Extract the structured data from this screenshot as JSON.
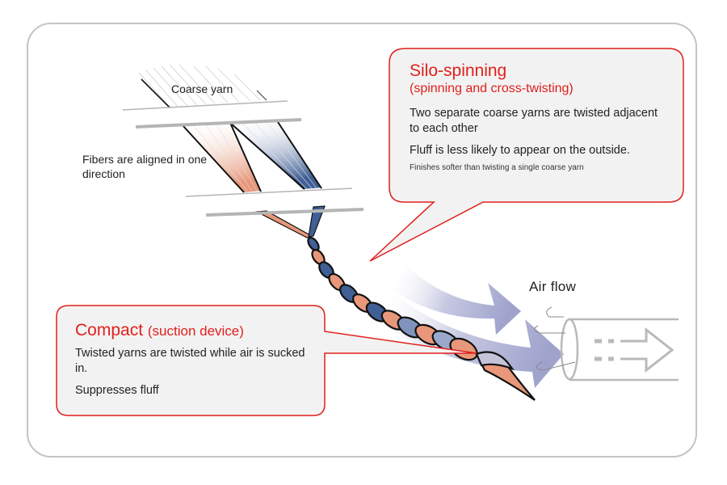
{
  "labels": {
    "coarse_yarn": "Coarse yarn",
    "fibers_aligned": "Fibers are aligned in one direction",
    "air_flow": "Air flow"
  },
  "silo_callout": {
    "title": "Silo-spinning",
    "subtitle": "(spinning and cross-twisting)",
    "paragraphs": [
      "Two separate coarse yarns are twisted adjacent to each other",
      "Fluff is less likely to appear on the outside.",
      "Finishes softer than twisting a single coarse yarn"
    ]
  },
  "compact_callout": {
    "title": "Compact",
    "title_suffix": "(suction device)",
    "paragraphs": [
      "Twisted yarns are twisted while air is sucked in.",
      "Suppresses fluff"
    ]
  },
  "colors": {
    "accent_red": "#e0201c",
    "yarn_orange": "#e8977a",
    "yarn_blue": "#3f5f95",
    "air_flow": "#9fa3cc",
    "frame_gray": "#c4c4c4",
    "callout_fill": "#f2f2f2"
  }
}
